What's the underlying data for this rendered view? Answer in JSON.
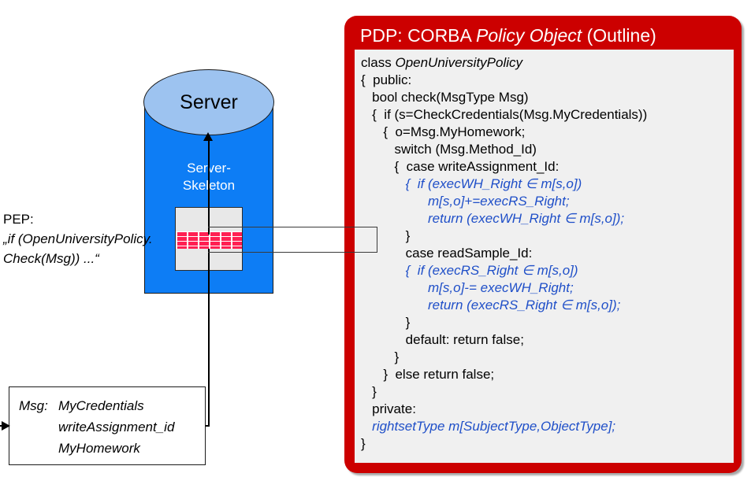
{
  "diagram": {
    "server": {
      "title": "Server",
      "skeleton_label_line1": "Server-",
      "skeleton_label_line2": "Skeleton",
      "body_color": "#0d7df5",
      "top_color": "#9dc3f0",
      "firewall_color": "#ff1f52"
    },
    "pep": {
      "label": "PEP:",
      "quote_line1": "„if (OpenUniversityPolicy.",
      "quote_line2": "Check(Msg)) ...“"
    },
    "message_box": {
      "label": "Msg:",
      "values": [
        "MyCredentials",
        "writeAssignment_id",
        "MyHomework"
      ]
    },
    "pdp": {
      "title_prefix": "PDP: CORBA ",
      "title_italic": "Policy Object",
      "title_suffix": " (Outline)",
      "panel_color": "#cc0000",
      "code_bg": "#f0f0f0",
      "highlight_color": "#1f4fc8",
      "code_lines": [
        {
          "text": "class ",
          "italic_text": "OpenUniversityPolicy",
          "indent": 8,
          "blue": false,
          "mixed": true
        },
        {
          "text": "{  public:",
          "indent": 8,
          "blue": false
        },
        {
          "text": "   bool check(MsgType Msg)",
          "indent": 8,
          "blue": false
        },
        {
          "text": "   {  if (s=CheckCredentials(Msg.MyCredentials))",
          "indent": 8,
          "blue": false
        },
        {
          "text": "      {  o=Msg.MyHomework;",
          "indent": 8,
          "blue": false
        },
        {
          "text": "         switch (Msg.Method_Id)",
          "indent": 8,
          "blue": false
        },
        {
          "text": "         {  case writeAssignment_Id:",
          "indent": 8,
          "blue": false
        },
        {
          "text": "            {  if (execWH_Right ∈ m[s,o])",
          "indent": 8,
          "blue": true
        },
        {
          "text": "                  m[s,o]+=execRS_Right;",
          "indent": 8,
          "blue": true
        },
        {
          "text": "                  return (execWH_Right ∈ m[s,o]);",
          "indent": 8,
          "blue": true
        },
        {
          "text": "            }",
          "indent": 8,
          "blue": false
        },
        {
          "text": "            case readSample_Id:",
          "indent": 8,
          "blue": false
        },
        {
          "text": "            {  if (execRS_Right ∈ m[s,o])",
          "indent": 8,
          "blue": true
        },
        {
          "text": "                  m[s,o]-= execWH_Right;",
          "indent": 8,
          "blue": true
        },
        {
          "text": "                  return (execRS_Right ∈ m[s,o]);",
          "indent": 8,
          "blue": true
        },
        {
          "text": "            }",
          "indent": 8,
          "blue": false
        },
        {
          "text": "            default: return false;",
          "indent": 8,
          "blue": false
        },
        {
          "text": "         }",
          "indent": 8,
          "blue": false
        },
        {
          "text": "      }  else return false;",
          "indent": 8,
          "blue": false
        },
        {
          "text": "   }",
          "indent": 8,
          "blue": false
        },
        {
          "text": "   private:",
          "indent": 8,
          "blue": false
        },
        {
          "text": "   rightsetType m[SubjectType,ObjectType];",
          "indent": 8,
          "blue": true
        },
        {
          "text": "}",
          "indent": 8,
          "blue": false
        }
      ]
    }
  }
}
